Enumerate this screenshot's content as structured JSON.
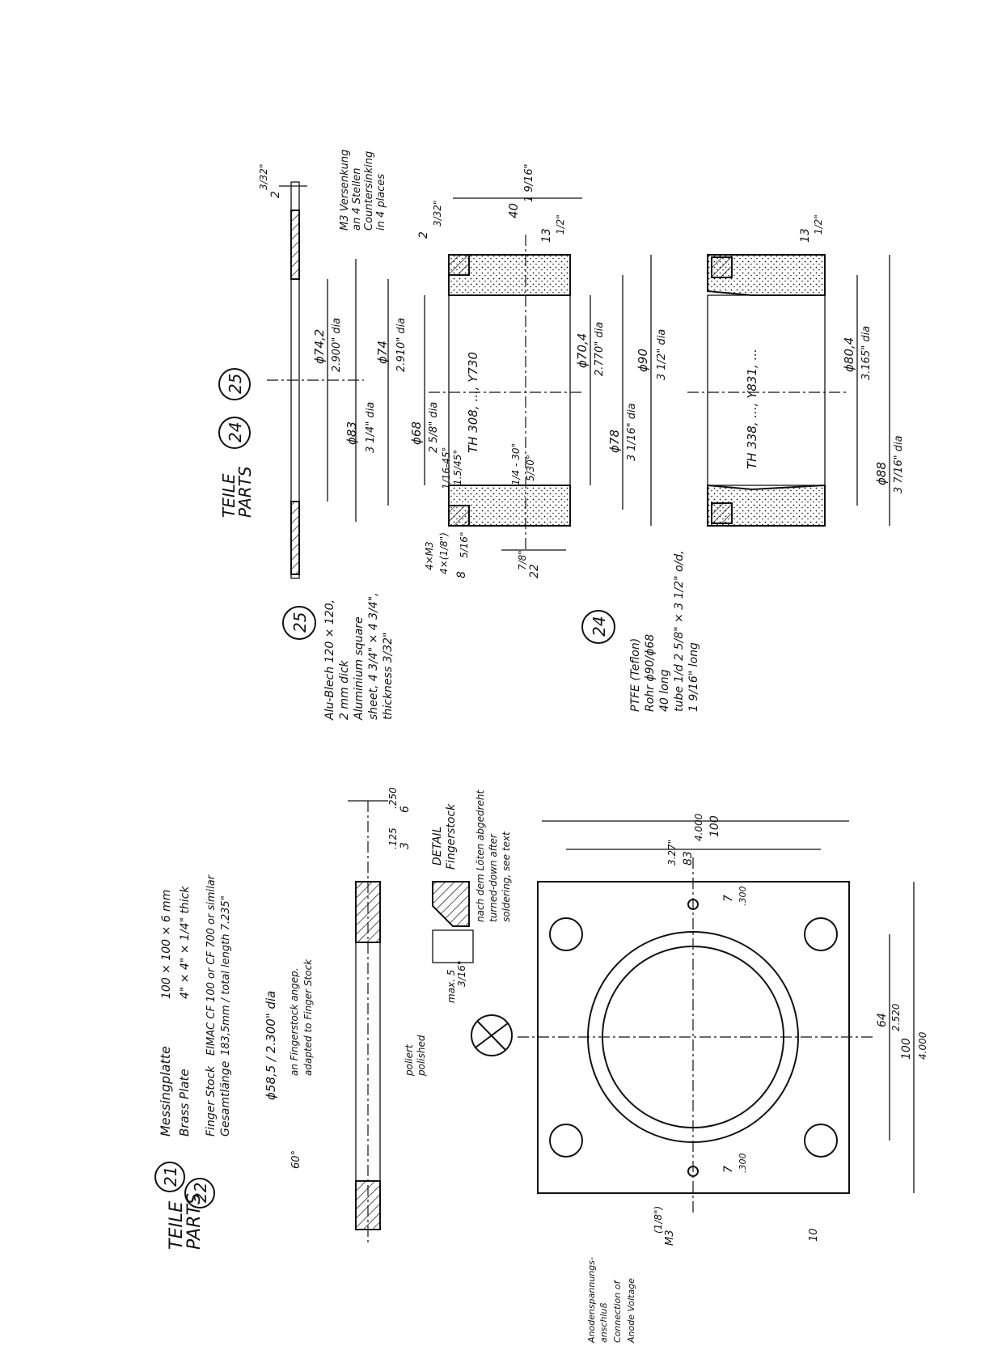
{
  "sheet": {
    "left_parts": {
      "teile_label": "TEILE",
      "parts_label": "PARTS",
      "part_a_number": "21",
      "part_b_number": "22",
      "part_a_name_de": "Messingplatte",
      "part_a_name_en": "Brass Plate",
      "part_a_size_mm": "100 × 100 × 6 mm",
      "part_a_size_in": "4\" × 4\" × 1/4\" thick",
      "part_b_name_de": "Finger Stock",
      "part_b_name_en": "Gesamtlänge",
      "part_b_spec": "EIMAC CF 100 or CF 700 or similar",
      "part_b_length": "183,5mm / total length 7.235\""
    },
    "right_parts": {
      "teile_label": "TEILE",
      "parts_label": "PARTS",
      "part_a_number": "24",
      "part_b_number": "25"
    },
    "part25_note": {
      "number": "25",
      "line1": "Alu-Blech 120 × 120,",
      "line2": "2 mm dick",
      "line3": "Aluminium square",
      "line4": "sheet, 4 3/4\" × 4 3/4\",",
      "line5": "thickness 3/32\""
    },
    "part24_note": {
      "number": "24",
      "line1": "PTFE (Teflon)",
      "line2": "Rohr ϕ90/ϕ68",
      "line3": "40 long",
      "line4": "tube 1/d 2 5/8\" × 3 1/2\" o/d,",
      "line5": "1 9/16\" long"
    },
    "m3_note": {
      "line1": "M3 Versenkung",
      "line2": "an 4 Stellen",
      "line3": "Countersinking",
      "line4": "in 4 places"
    },
    "dims_top": {
      "d742": "ϕ74,2",
      "d742_in": "2.900\" dia",
      "d83": "ϕ83",
      "d83_in": "3 1/4\" dia",
      "d74": "ϕ74",
      "d74_in": "2.910\" dia",
      "d68": "ϕ68",
      "d68_in": "2 5/8\" dia",
      "d704": "ϕ70,4",
      "d704_in": "2.770\" dia",
      "d78": "ϕ78",
      "d78_in": "3 1/16\" dia",
      "d90": "ϕ90",
      "d90_in": "3 1/2\" dia",
      "d804": "ϕ80,4",
      "d804_in": "3.165\" dia",
      "d88": "ϕ88",
      "d88_in": "3 7/16\" dia",
      "len40": "40",
      "len40_in": "1 9/16\"",
      "two": "2",
      "two_in": "3/32\"",
      "two_b": "2",
      "two_b_in": "3/32\"",
      "thirteen": "13",
      "thirteen_in": "1/2\"",
      "thirteen_b": "13",
      "thirteen_b_in": "1/2\"",
      "twentytwo": "22",
      "twentytwo_in": "7/8\"",
      "eight": "8",
      "eight_in": "5/16\"",
      "chamfer1": "1.5/45°",
      "chamfer1_in": "1/16-45°",
      "chamfer2": "5/30°",
      "chamfer2_in": "1/4 - 30°",
      "m3a": "4×M3",
      "m3a_in": "4×(1/8\")",
      "tube1": "TH 308, ..., Y730",
      "tube2": "TH 338, ..., Y831, ..."
    },
    "dims_bottom": {
      "d585": "ϕ58,5 / 2.300\" dia",
      "finger_note1": "an Fingerstock angep.",
      "finger_note2": "adapted to Finger Stock",
      "polished1": "poliert",
      "polished2": "polished",
      "angle": "60°",
      "t6": "6",
      "t6_in": ".250",
      "t3": "3",
      "t3_in": ".125",
      "detail1": "DETAIL",
      "detail2": "Fingerstock",
      "solder1": "nach dem Löten abgedreht",
      "solder2": "turned-down after",
      "solder3": "soldering, see text",
      "max5": "max. 5",
      "max5_in": "3/16\"",
      "w100": "100",
      "w100_in": "4.000",
      "w83": "83",
      "w83_in": "3.27\"",
      "h64": "64",
      "h64_in": "2.520",
      "h100": "100",
      "h100_in": "4.000",
      "seven_a": "7",
      "seven_a_in": ".300",
      "seven_b": "7",
      "seven_b_in": ".300",
      "m3b": "M3",
      "m3b_in": "(1/8\")",
      "ten": "10",
      "anode1": "Anodenspannungs-",
      "anode2": "anschluß",
      "anode3": "Connection of",
      "anode4": "Anode Voltage"
    }
  }
}
